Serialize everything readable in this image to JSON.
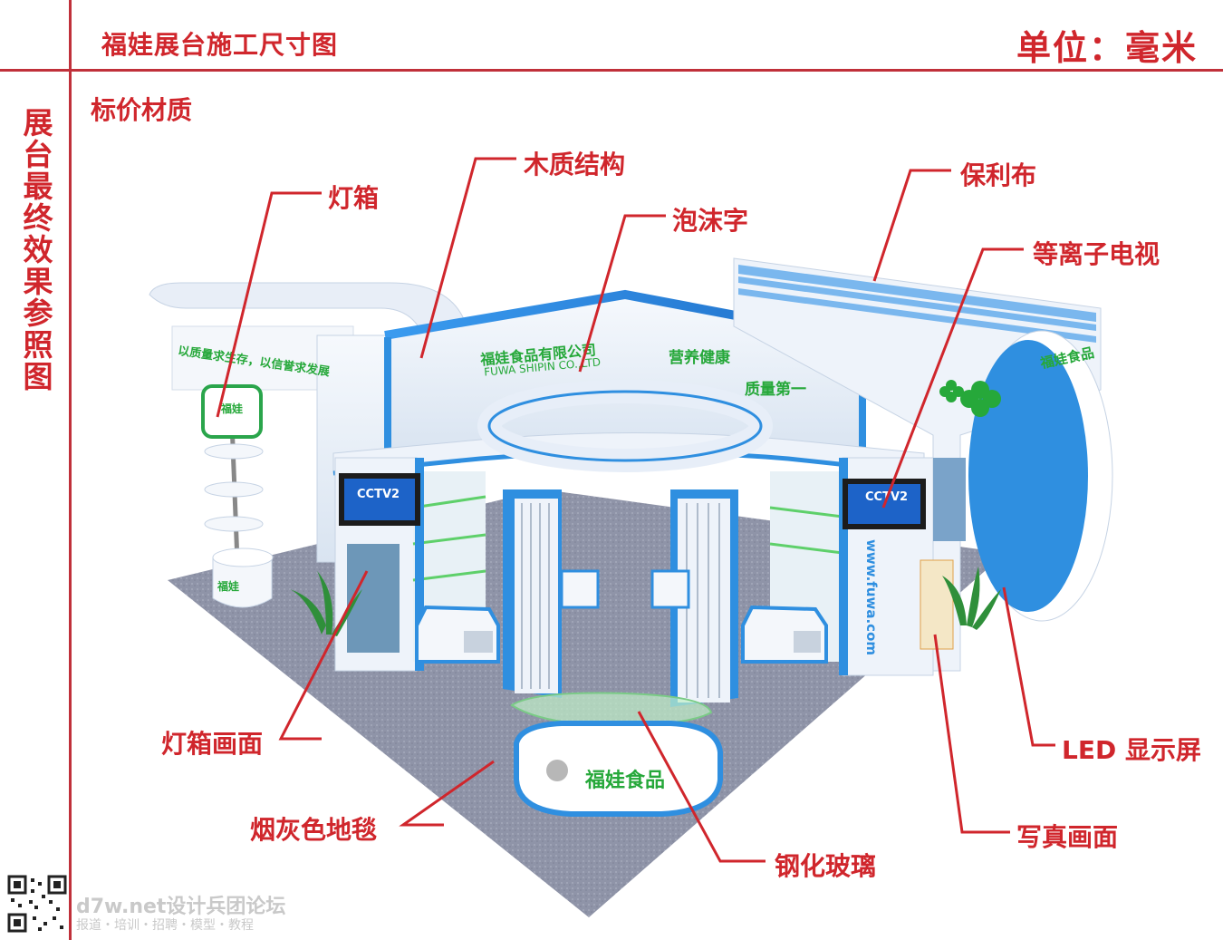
{
  "header": {
    "title": "福娃展台施工尺寸图",
    "unit": "单位：毫米",
    "subtitle": "标价材质",
    "side_title": [
      "展",
      "台",
      "最",
      "终",
      "效",
      "果",
      "参",
      "照",
      "图"
    ]
  },
  "callouts": {
    "lightbox": "灯箱",
    "wood_structure": "木质结构",
    "foam_letters": "泡沫字",
    "poly_cloth": "保利布",
    "plasma_tv": "等离子电视",
    "lightbox_image": "灯箱画面",
    "carpet": "烟灰色地毯",
    "tempered_glass": "钢化玻璃",
    "photo_print": "写真画面",
    "led_screen": "LED 显示屏"
  },
  "booth_text": {
    "slogan": "以质量求生存，以信誉求发展",
    "company_cn": "福娃食品有限公司",
    "company_en": "FUWA SHIPIN CO.,LTD",
    "motto1": "营养健康",
    "motto2": "质量第一",
    "brand_right": "福娃食品",
    "brand_counter": "福娃食品",
    "website": "www.fuwa.com",
    "tv_logo": "CCTV2",
    "lightbox_brand": "福娃",
    "pillar_brand": "福娃"
  },
  "watermark": {
    "site": "d7w.net设计兵团论坛",
    "tagline": "报道・培训・招聘・模型・教程"
  },
  "colors": {
    "accent_red": "#d0262c",
    "booth_blue": "#2f8fe0",
    "booth_white": "#eef3fa",
    "carpet": "#8e93a6",
    "brand_green": "#26a83a"
  }
}
